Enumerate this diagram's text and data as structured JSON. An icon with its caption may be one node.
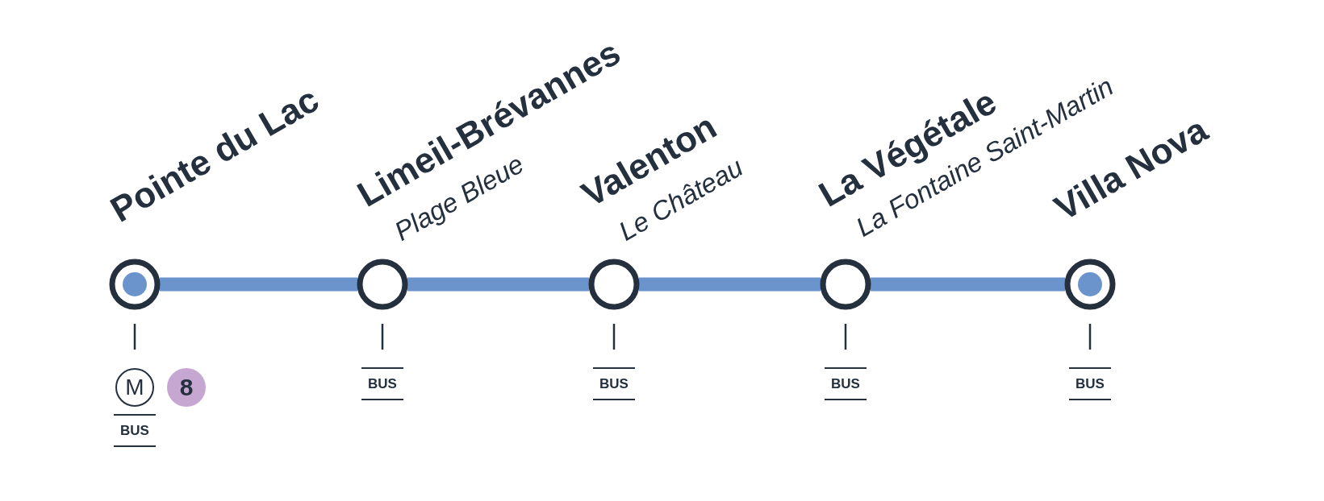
{
  "diagram": {
    "nodes": [
      {
        "text": [
          "Pointe du Lac"
        ]
      },
      {
        "text": [
          "Limeil-Brévannes",
          "Plage Bleue"
        ]
      },
      {
        "text": [
          "Valenton",
          "Le Château"
        ]
      },
      {
        "text": [
          "La Végétale",
          "La Fontaine Saint-Martin"
        ]
      },
      {
        "text": [
          "Villa Nova"
        ]
      }
    ],
    "edges": [
      {
        "from": 0,
        "to": 1,
        "arrow": "none"
      },
      {
        "from": 1,
        "to": 2,
        "arrow": "none"
      },
      {
        "from": 2,
        "to": 3,
        "arrow": "none"
      },
      {
        "from": 3,
        "to": 4,
        "arrow": "none"
      }
    ],
    "labels": [
      "M",
      "8",
      "BUS",
      "BUS",
      "BUS",
      "BUS",
      "BUS"
    ]
  }
}
